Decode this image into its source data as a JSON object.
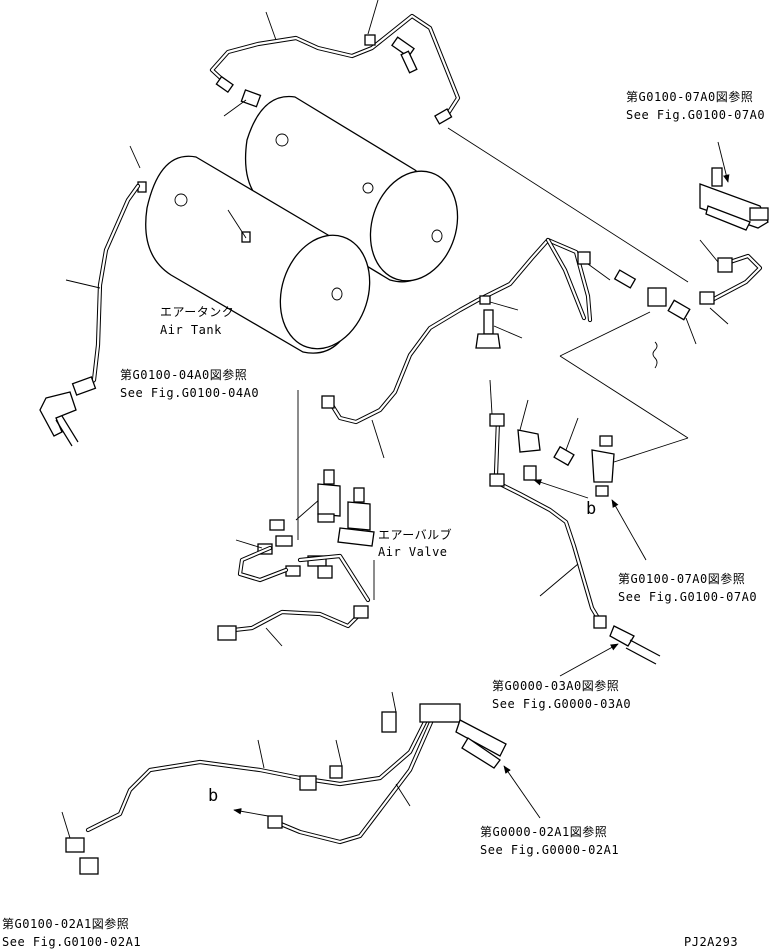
{
  "labels": {
    "air_tank_jp": "エアータンク",
    "air_tank_en": "Air Tank",
    "air_valve_jp": "エアーバルブ",
    "air_valve_en": "Air Valve",
    "b_upper": "b",
    "b_lower": "b",
    "code": "PJ2A293"
  },
  "refs": [
    {
      "jp": "第G0100-07A0図参照",
      "en": "See Fig.G0100-07A0"
    },
    {
      "jp": "第G0100-04A0図参照",
      "en": "See Fig.G0100-04A0"
    },
    {
      "jp": "第G0100-07A0図参照",
      "en": "See Fig.G0100-07A0"
    },
    {
      "jp": "第G0000-03A0図参照",
      "en": "See Fig.G0000-03A0"
    },
    {
      "jp": "第G0000-02A1図参照",
      "en": "See Fig.G0000-02A1"
    },
    {
      "jp": "第G0100-02A1図参照",
      "en": "See Fig.G0100-02A1"
    }
  ]
}
